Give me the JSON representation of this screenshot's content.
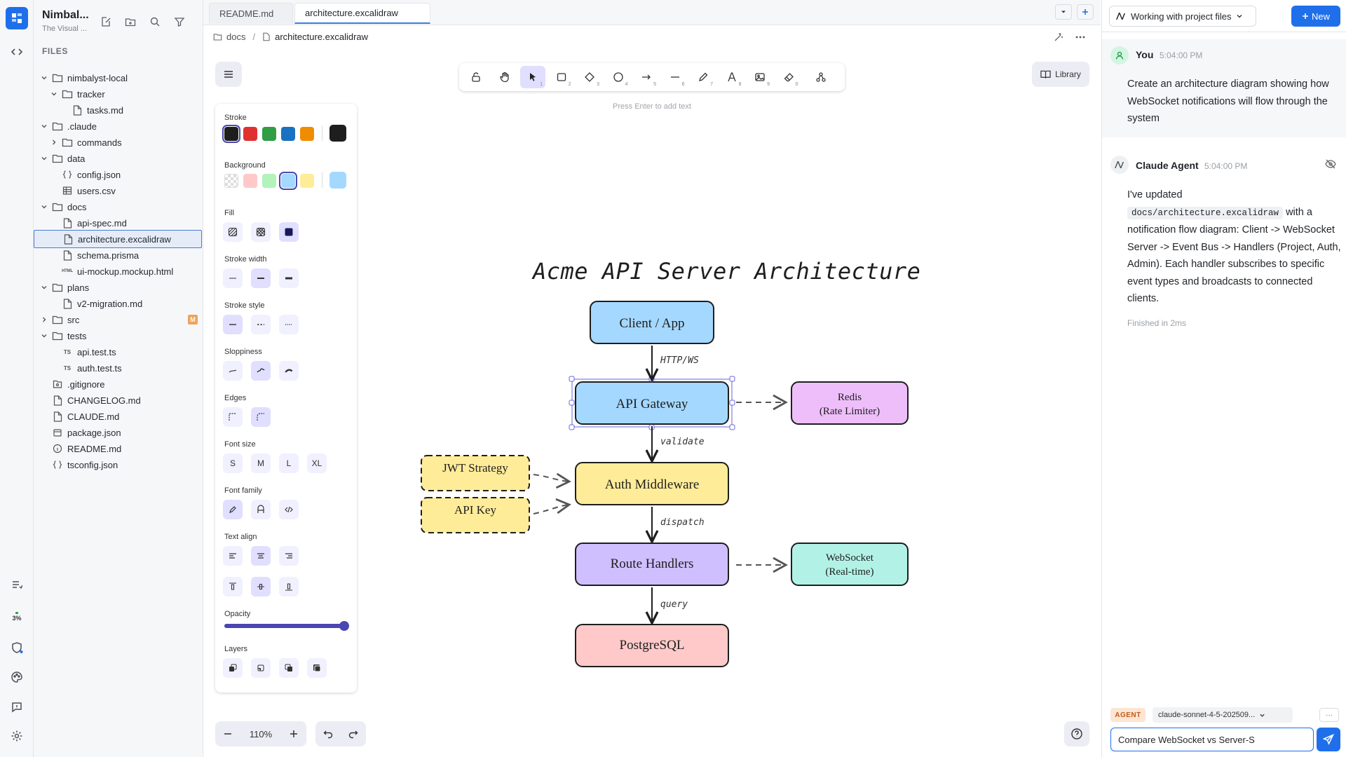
{
  "app": {
    "title": "Nimbal...",
    "subtitle": "The Visual ..."
  },
  "activity": {
    "percent": "3%"
  },
  "sidebar": {
    "section_label": "FILES",
    "tree": [
      {
        "label": "nimbalyst-local",
        "kind": "folder",
        "open": true,
        "depth": 0
      },
      {
        "label": "tracker",
        "kind": "folder",
        "open": true,
        "depth": 1
      },
      {
        "label": "tasks.md",
        "kind": "file-md",
        "depth": 2
      },
      {
        "label": ".claude",
        "kind": "folder",
        "open": true,
        "depth": 0
      },
      {
        "label": "commands",
        "kind": "folder",
        "open": false,
        "depth": 1
      },
      {
        "label": "data",
        "kind": "folder",
        "open": true,
        "depth": 0
      },
      {
        "label": "config.json",
        "kind": "file-json",
        "depth": 1
      },
      {
        "label": "users.csv",
        "kind": "file-csv",
        "depth": 1
      },
      {
        "label": "docs",
        "kind": "folder",
        "open": true,
        "depth": 0
      },
      {
        "label": "api-spec.md",
        "kind": "file-md",
        "depth": 1
      },
      {
        "label": "architecture.excalidraw",
        "kind": "file-md",
        "depth": 1,
        "selected": true
      },
      {
        "label": "schema.prisma",
        "kind": "file-md",
        "depth": 1
      },
      {
        "label": "ui-mockup.mockup.html",
        "kind": "file-html",
        "depth": 1
      },
      {
        "label": "plans",
        "kind": "folder",
        "open": true,
        "depth": 0
      },
      {
        "label": "v2-migration.md",
        "kind": "file-md",
        "depth": 1
      },
      {
        "label": "src",
        "kind": "folder",
        "open": false,
        "depth": 0,
        "badge": "M"
      },
      {
        "label": "tests",
        "kind": "folder",
        "open": true,
        "depth": 0
      },
      {
        "label": "api.test.ts",
        "kind": "file-ts",
        "depth": 1
      },
      {
        "label": "auth.test.ts",
        "kind": "file-ts",
        "depth": 1
      },
      {
        "label": ".gitignore",
        "kind": "file-git",
        "depth": 0
      },
      {
        "label": "CHANGELOG.md",
        "kind": "file-md",
        "depth": 0
      },
      {
        "label": "CLAUDE.md",
        "kind": "file-md",
        "depth": 0
      },
      {
        "label": "package.json",
        "kind": "file-pkg",
        "depth": 0
      },
      {
        "label": "README.md",
        "kind": "file-info",
        "depth": 0
      },
      {
        "label": "tsconfig.json",
        "kind": "file-json",
        "depth": 0
      }
    ]
  },
  "tabs": [
    {
      "label": "README.md",
      "active": false
    },
    {
      "label": "architecture.excalidraw",
      "active": true
    }
  ],
  "breadcrumb": {
    "folder": "docs",
    "sep": "/",
    "file": "architecture.excalidraw"
  },
  "canvas": {
    "hint": "Press Enter to add text",
    "library_label": "Library",
    "tool_keys": [
      "",
      "",
      "1",
      "2",
      "3",
      "4",
      "5",
      "6",
      "7",
      "8",
      "9",
      "0",
      ""
    ],
    "zoom": "110%"
  },
  "props": {
    "stroke": "Stroke",
    "background": "Background",
    "fill": "Fill",
    "stroke_width": "Stroke width",
    "stroke_style": "Stroke style",
    "sloppiness": "Sloppiness",
    "edges": "Edges",
    "font_size": "Font size",
    "font_family": "Font family",
    "text_align": "Text align",
    "opacity": "Opacity",
    "layers": "Layers",
    "font_sizes": [
      "S",
      "M",
      "L",
      "XL"
    ],
    "opacity_value": 100,
    "stroke_colors": [
      "#1e1e1e",
      "#e03131",
      "#2f9e44",
      "#1971c2",
      "#f08c00"
    ],
    "stroke_current": "#1e1e1e",
    "bg_colors": [
      "transparent",
      "#ffc9c9",
      "#b2f2bb",
      "#a5d8ff",
      "#ffec99"
    ],
    "bg_current": "#a5d8ff"
  },
  "diagram": {
    "title": "Acme API Server Architecture",
    "nodes": {
      "client": "Client / App",
      "gateway": "API Gateway",
      "redis_1": "Redis",
      "redis_2": "(Rate Limiter)",
      "jwt": "JWT Strategy",
      "apikey": "API Key",
      "auth": "Auth Middleware",
      "routes": "Route Handlers",
      "ws_1": "WebSocket",
      "ws_2": "(Real-time)",
      "pg": "PostgreSQL"
    },
    "edges": {
      "e1": "HTTP/WS",
      "e2": "validate",
      "e3": "dispatch",
      "e4": "query"
    },
    "colors": {
      "blue": "#a5d8ff",
      "pink": "#eebefa",
      "yellow": "#ffec99",
      "purple": "#d0bfff",
      "teal": "#b2f2e6",
      "red": "#ffc9c9"
    }
  },
  "chat": {
    "mode_label": "Working with project files",
    "new_label": "New",
    "user_name": "You",
    "user_time": "5:04:00 PM",
    "user_msg": "Create an architecture diagram showing how WebSocket notifications will flow through the system",
    "agent_name": "Claude Agent",
    "agent_time": "5:04:00 PM",
    "agent_msg_pre": "I've updated",
    "agent_msg_code": "docs/architecture.excalidraw",
    "agent_msg_post": "with a notification flow diagram: Client -> WebSocket Server -> Event Bus -> Handlers (Project, Auth, Admin). Each handler subscribes to specific event types and broadcasts to connected clients.",
    "finished": "Finished in 2ms",
    "agent_tag": "AGENT",
    "model": "claude-sonnet-4-5-202509...",
    "more": "···",
    "input_value": "Compare WebSocket vs Server-S"
  }
}
